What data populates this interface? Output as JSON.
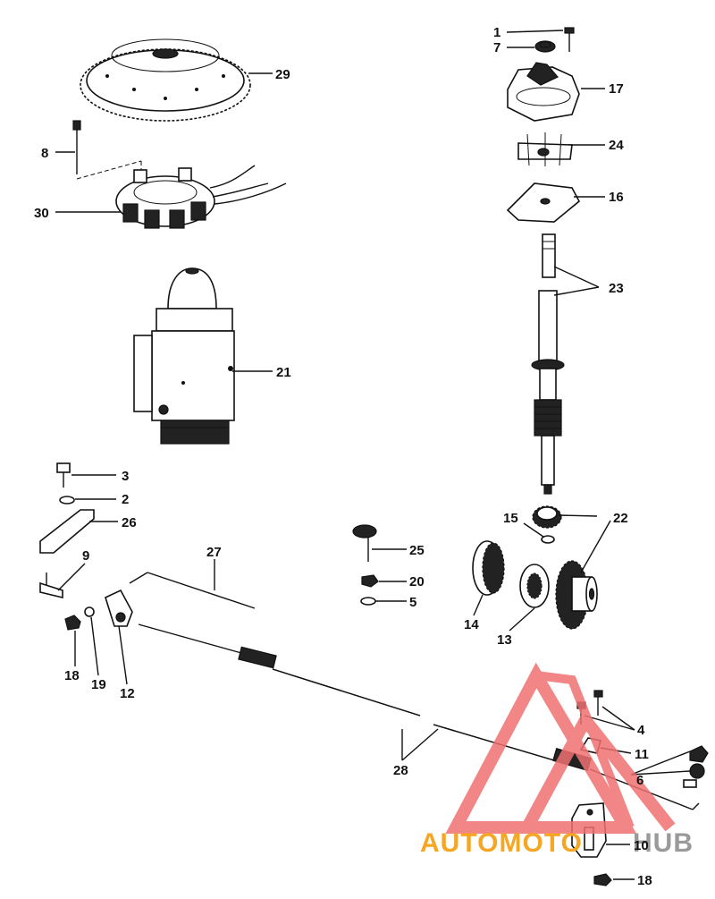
{
  "diagram": {
    "callouts": [
      "1",
      "7",
      "17",
      "24",
      "16",
      "23",
      "29",
      "8",
      "30",
      "21",
      "3",
      "2",
      "26",
      "9",
      "27",
      "25",
      "20",
      "5",
      "15",
      "22",
      "14",
      "13",
      "18",
      "19",
      "12",
      "28",
      "4",
      "11",
      "6",
      "10",
      "18"
    ]
  },
  "watermark": {
    "brand_left": "AUTOMOTO",
    "brand_right": "HUB",
    "color_orange": "#f5a623",
    "color_gray": "#9a9a9a",
    "color_red": "#f07070"
  }
}
